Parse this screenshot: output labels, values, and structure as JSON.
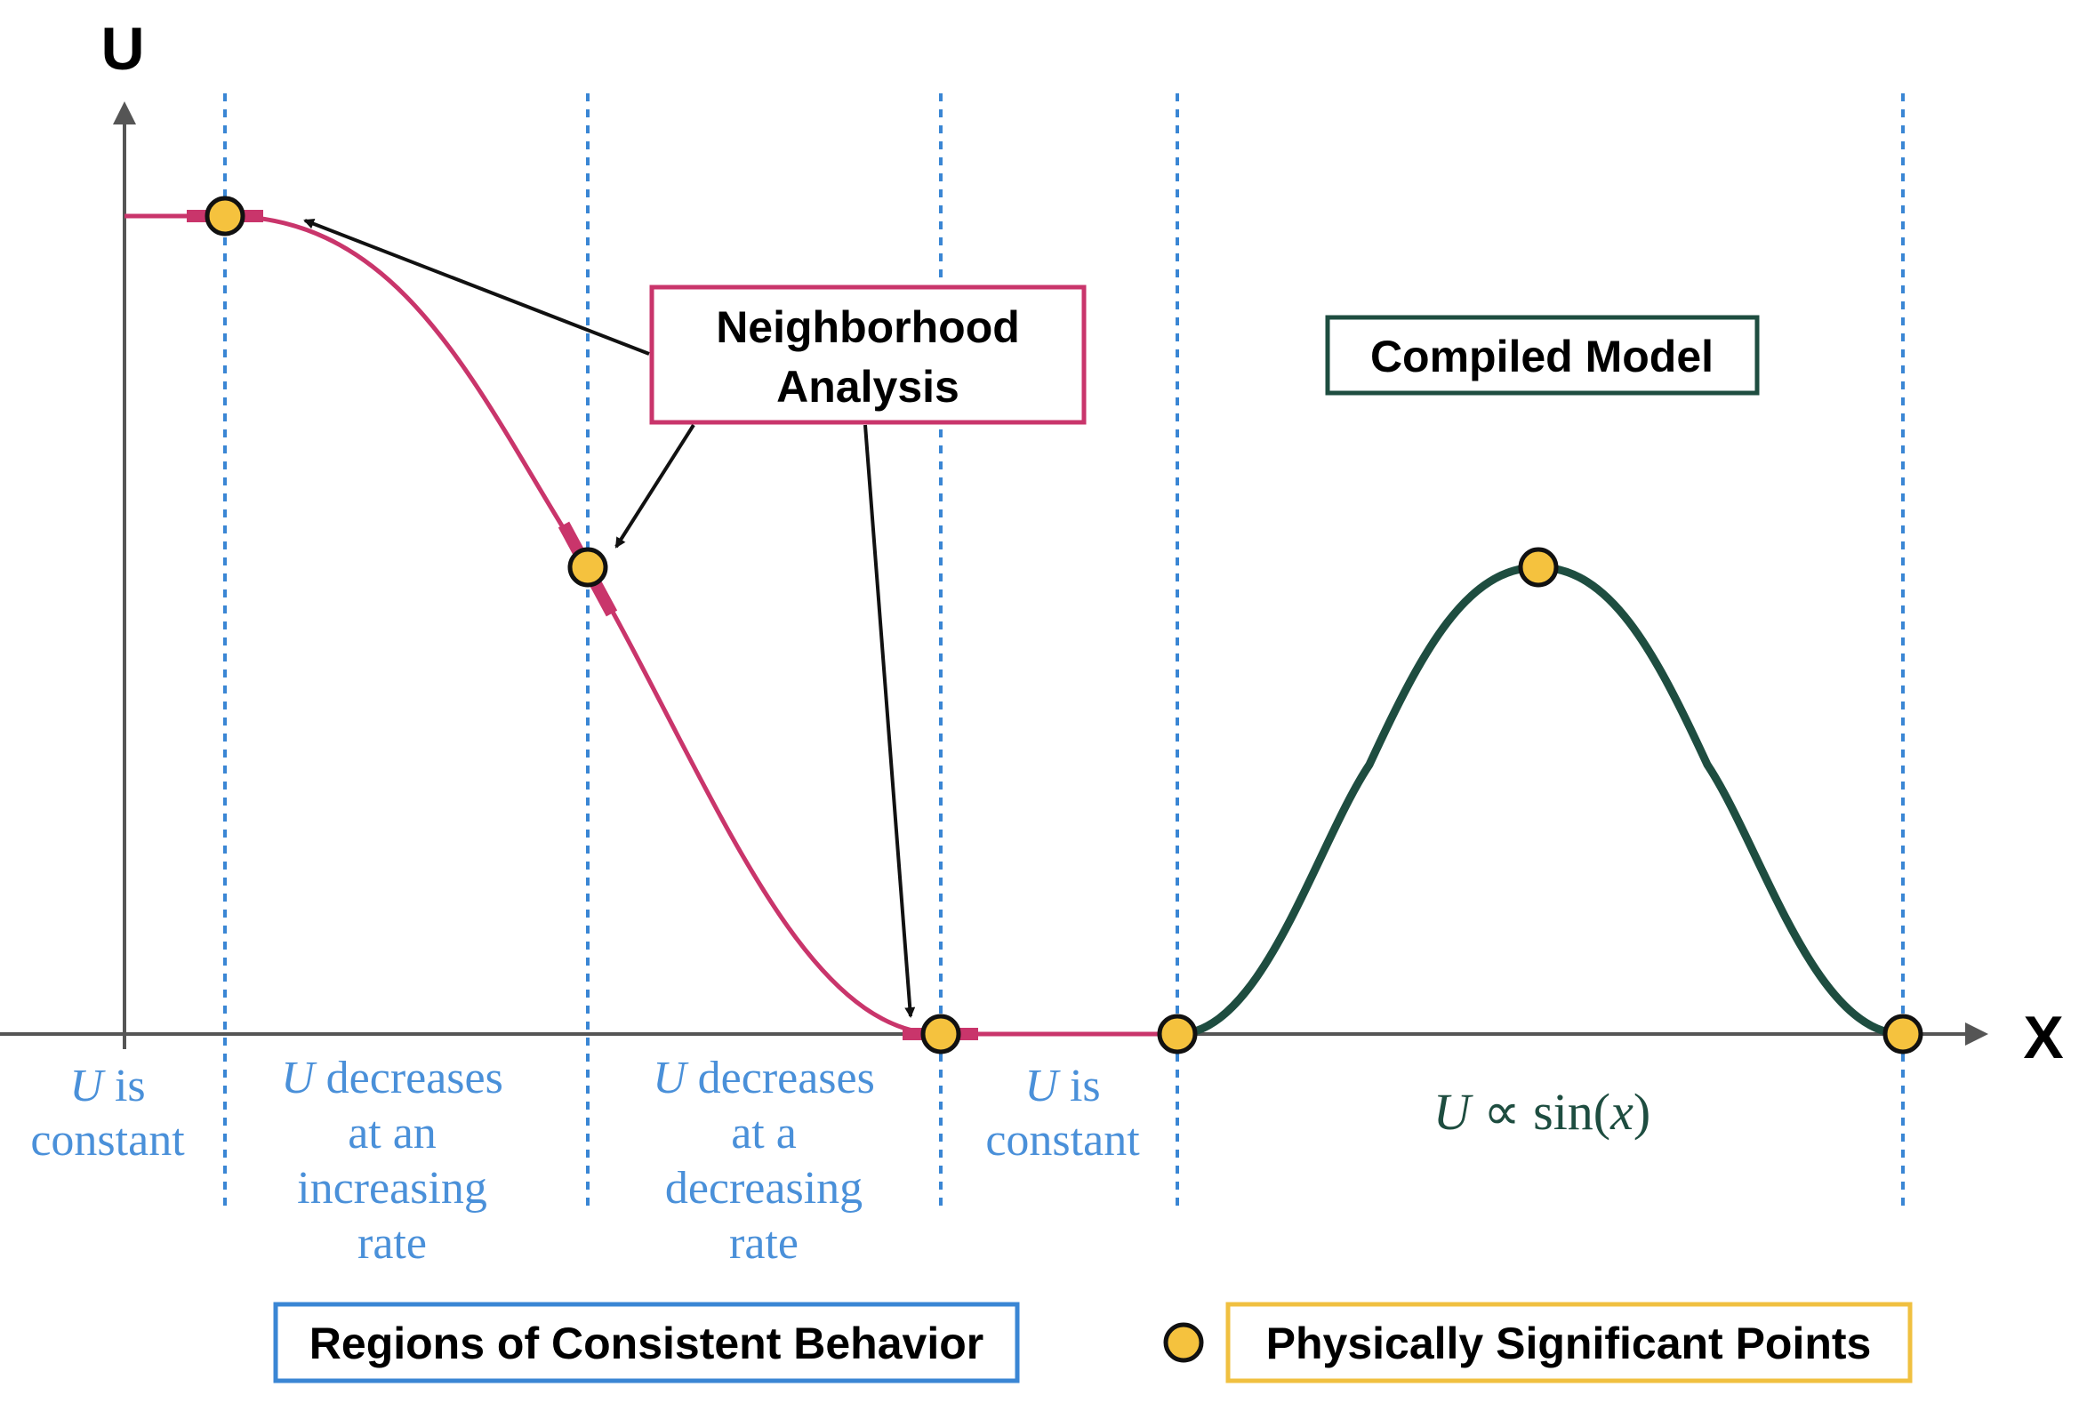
{
  "axes": {
    "y_label": "U",
    "x_label": "X"
  },
  "colors": {
    "axis": "#555555",
    "region_divider": "#3a86d4",
    "region_text": "#4a90d9",
    "curve": "#c9356b",
    "model": "#1e4d40",
    "point_fill": "#f5c23e",
    "point_stroke": "#111111",
    "legend_region_border": "#3a86d4",
    "legend_points_border": "#f0c040"
  },
  "regions": [
    {
      "lines": [
        "U is",
        "constant"
      ]
    },
    {
      "lines": [
        "U decreases",
        "at an",
        "increasing",
        "rate"
      ]
    },
    {
      "lines": [
        "U decreases",
        "at a",
        "decreasing",
        "rate"
      ]
    },
    {
      "lines": [
        "U is",
        "constant"
      ]
    }
  ],
  "model_label": {
    "prefix": "U",
    "symbol": "∝",
    "func": "sin(",
    "arg": "x",
    "close": ")"
  },
  "boxes": {
    "neighborhood": [
      "Neighborhood",
      "Analysis"
    ],
    "compiled_model": "Compiled Model"
  },
  "legend": {
    "regions": "Regions of Consistent Behavior",
    "points": "Physically Significant Points"
  }
}
